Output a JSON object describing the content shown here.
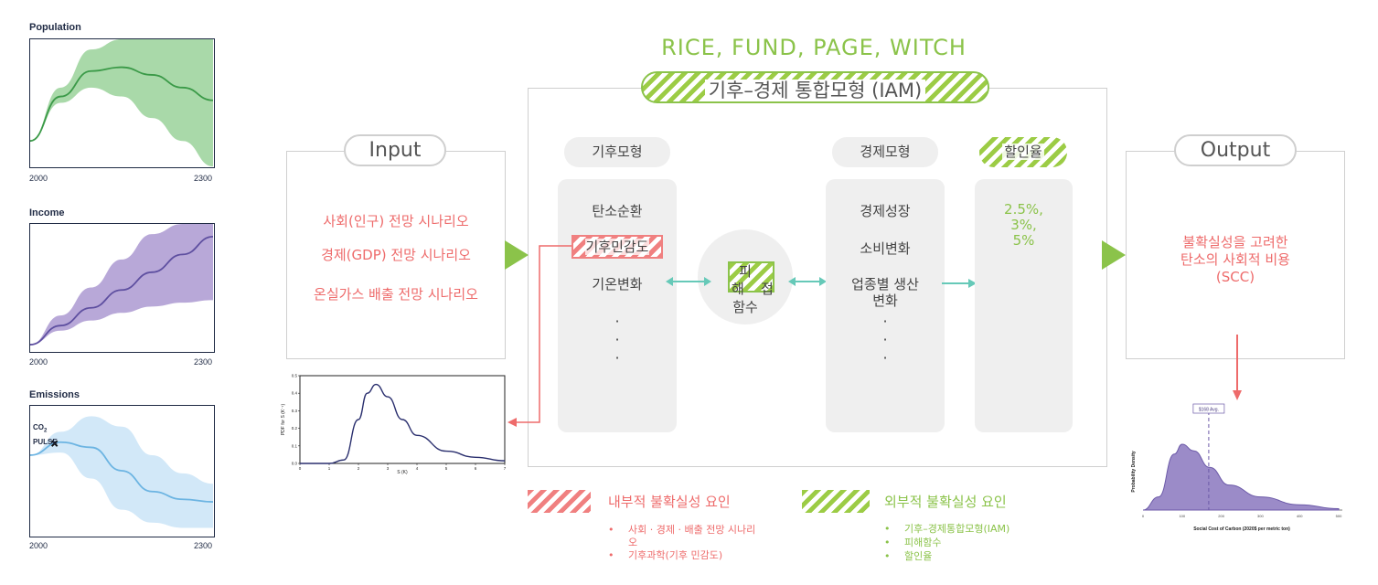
{
  "left_charts": {
    "population": {
      "title": "Population",
      "x_start": "2000",
      "x_end": "2300"
    },
    "income": {
      "title": "Income",
      "x_start": "2000",
      "x_end": "2300"
    },
    "emissions": {
      "title": "Emissions",
      "x_start": "2000",
      "x_end": "2300",
      "annotation_line1": "CO",
      "annotation_sub": "2",
      "annotation_line2": "PULSE"
    }
  },
  "header": {
    "models": "RICE, FUND, PAGE, WITCH",
    "iam": "기후–경제 통합모형 (IAM)"
  },
  "input": {
    "label": "Input",
    "items": [
      "사회(인구) 전망 시나리오",
      "경제(GDP) 전망 시나리오",
      "온실가스 배출 전망 시나리오"
    ]
  },
  "climate_model": {
    "label": "기후모형",
    "items": [
      "탄소순환",
      "기후민감도",
      "기온변화"
    ],
    "dots": "·"
  },
  "damage_function": {
    "line1": "피",
    "line2a": "해",
    "line2b": "접",
    "line3": "함수"
  },
  "economic_model": {
    "label": "경제모형",
    "items": [
      "경제성장",
      "소비변화",
      "업종별 생산",
      "변화"
    ],
    "dots": "·"
  },
  "discount": {
    "label": "할인율",
    "values": [
      "2.5%,",
      "3%,",
      "5%"
    ]
  },
  "output": {
    "label": "Output",
    "lines": [
      "불확실성을 고려한",
      "탄소의 사회적 비용",
      "(SCC)"
    ]
  },
  "pdf_chart": {
    "ylabel": "PDF for S (K⁻¹)",
    "xlabel": "S (K)",
    "y_ticks": [
      "0.0",
      "0.1",
      "0.2",
      "0.3",
      "0.4",
      "0.5"
    ],
    "x_ticks": [
      "0",
      "1",
      "2",
      "3",
      "4",
      "5",
      "6",
      "7"
    ]
  },
  "scc_chart": {
    "ylabel": "Probability Density",
    "xlabel": "Social Cost of Carbon (2020$ per metric ton)",
    "avg_label": "$168 Avg.",
    "x_ticks": [
      "0",
      "100",
      "200",
      "300",
      "400",
      "500"
    ]
  },
  "legend": {
    "internal": {
      "label": "내부적 불확실성 요인",
      "bullets": [
        "사회 · 경제 · 배출 전망 시나리",
        "오",
        "기후과학(기후 민감도)"
      ]
    },
    "external": {
      "label": "외부적 불확실성 요인",
      "bullets": [
        "기후–경제통합모형(IAM)",
        "피해함수",
        "할인율"
      ]
    }
  },
  "chart_data": [
    {
      "type": "line",
      "title": "Population",
      "x": [
        2000,
        2050,
        2100,
        2150,
        2200,
        2250,
        2300
      ],
      "series": [
        {
          "values": [
            0.2,
            0.55,
            0.75,
            0.78,
            0.72,
            0.62,
            0.52
          ]
        }
      ],
      "band_upper": [
        0.2,
        0.62,
        0.92,
        1.0,
        1.0,
        1.0,
        1.0
      ],
      "band_lower": [
        0.2,
        0.5,
        0.62,
        0.55,
        0.38,
        0.2,
        0.0
      ],
      "xlim": [
        2000,
        2300
      ]
    },
    {
      "type": "line",
      "title": "Income",
      "x": [
        2000,
        2050,
        2100,
        2150,
        2200,
        2250,
        2300
      ],
      "series": [
        {
          "values": [
            0.05,
            0.2,
            0.34,
            0.48,
            0.62,
            0.76,
            0.9
          ]
        }
      ],
      "band_upper": [
        0.05,
        0.28,
        0.5,
        0.72,
        0.92,
        1.0,
        1.0
      ],
      "band_lower": [
        0.05,
        0.16,
        0.24,
        0.3,
        0.35,
        0.38,
        0.4
      ],
      "xlim": [
        2000,
        2300
      ]
    },
    {
      "type": "line",
      "title": "Emissions",
      "x": [
        2000,
        2050,
        2100,
        2150,
        2200,
        2250,
        2300
      ],
      "series": [
        {
          "values": [
            0.62,
            0.72,
            0.68,
            0.5,
            0.34,
            0.28,
            0.26
          ]
        }
      ],
      "band_upper": [
        0.62,
        0.8,
        0.92,
        0.84,
        0.62,
        0.48,
        0.4
      ],
      "band_lower": [
        0.62,
        0.64,
        0.44,
        0.2,
        0.1,
        0.06,
        0.06
      ],
      "xlim": [
        2000,
        2300
      ]
    },
    {
      "type": "line",
      "x": [
        1.0,
        1.5,
        2.0,
        2.3,
        2.6,
        3.0,
        3.5,
        4.0,
        5.0,
        6.0,
        7.0
      ],
      "series": [
        {
          "values": [
            0.0,
            0.02,
            0.25,
            0.4,
            0.45,
            0.38,
            0.25,
            0.16,
            0.07,
            0.035,
            0.015
          ]
        }
      ],
      "xlabel": "S (K)",
      "ylabel": "PDF for S (K⁻¹)",
      "xlim": [
        0,
        7
      ],
      "ylim": [
        0,
        0.5
      ]
    },
    {
      "type": "area",
      "x": [
        0,
        40,
        80,
        100,
        130,
        170,
        220,
        300,
        400,
        500
      ],
      "series": [
        {
          "values": [
            0.0,
            0.2,
            0.85,
            1.0,
            0.9,
            0.65,
            0.38,
            0.2,
            0.08,
            0.02
          ]
        }
      ],
      "xlabel": "Social Cost of Carbon (2020$ per metric ton)",
      "ylabel": "Probability Density",
      "xlim": [
        0,
        500
      ],
      "avg_value": 168
    }
  ]
}
